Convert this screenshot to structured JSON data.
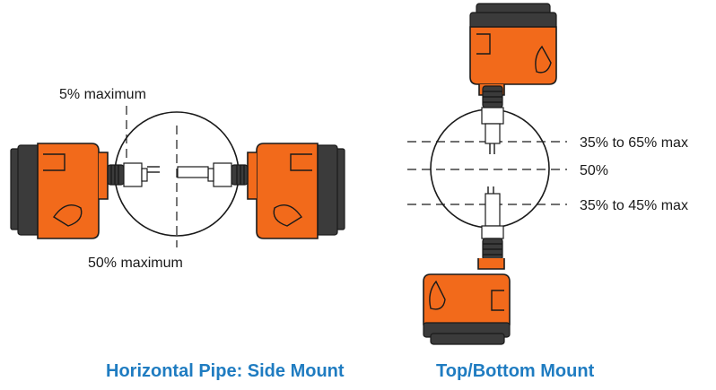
{
  "side_mount": {
    "top_label": "5% maximum",
    "bottom_label": "50% maximum",
    "caption": "Horizontal Pipe: Side Mount"
  },
  "top_bottom_mount": {
    "label_upper": "35% to 65% max",
    "label_middle": "50%",
    "label_lower": "35% to 45% max",
    "caption": "Top/Bottom Mount"
  },
  "colors": {
    "housing": "#f26a1b",
    "caption": "#1f7cc1",
    "base": "#3b3b3b"
  }
}
